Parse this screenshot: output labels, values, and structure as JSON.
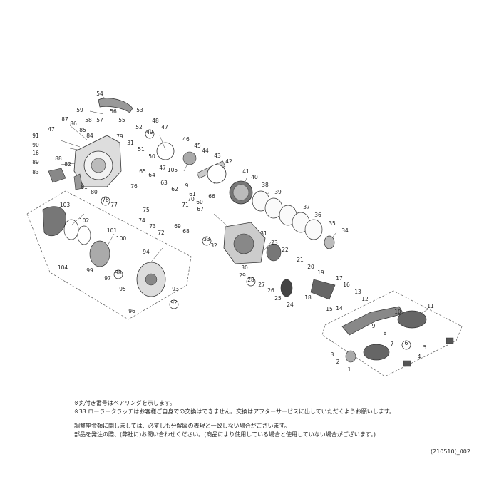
{
  "diagram": {
    "part_labels": [
      "54",
      "59",
      "57",
      "58",
      "55",
      "56",
      "53",
      "87",
      "86",
      "85",
      "47",
      "84",
      "91",
      "90",
      "16",
      "89",
      "88",
      "82",
      "83",
      "81",
      "80",
      "79",
      "31",
      "78",
      "77",
      "76",
      "75",
      "74",
      "73",
      "72",
      "52",
      "49",
      "48",
      "47b",
      "46",
      "51",
      "50",
      "45",
      "44",
      "43",
      "42",
      "105",
      "65",
      "64",
      "63",
      "62",
      "61",
      "60",
      "47c",
      "9",
      "41",
      "40",
      "39",
      "38",
      "37",
      "36",
      "35",
      "34",
      "66",
      "67",
      "68",
      "69",
      "70",
      "71",
      "33",
      "32",
      "31b",
      "30",
      "29",
      "28",
      "27",
      "26",
      "25",
      "24",
      "23",
      "22",
      "21",
      "20",
      "19",
      "18",
      "17",
      "16b",
      "15",
      "14",
      "13",
      "12",
      "11",
      "10",
      "9b",
      "8",
      "7",
      "6",
      "5",
      "4",
      "3",
      "2",
      "1",
      "103",
      "102",
      "101",
      "100",
      "99",
      "98",
      "97",
      "96",
      "95",
      "94",
      "93",
      "92",
      "104"
    ],
    "label_display": {
      "47b": "47",
      "47c": "47",
      "31b": "31",
      "16b": "16",
      "9b": "9"
    },
    "circled_labels": [
      "49",
      "78",
      "33",
      "28",
      "98",
      "92",
      "6"
    ]
  },
  "notes": {
    "line1": "※丸付き番号はベアリングを示します。",
    "line2": "※33 ローラークラッチはお客様ご自身での交換はできません。交換はアフターサービスに出していただくようお願いします。",
    "line3": "調整座金類に関しましては、必ずしも分解図の表現と一致しない場合がございます。",
    "line4": "部品を発注の際、(弊社に)お問い合わせください。(商品により使用している場合と使用していない場合がございます。)"
  },
  "doc_code": "(210510)_002",
  "colors": {
    "line": "#222222",
    "part_gray": "#9a9a9a",
    "part_dark": "#555555"
  }
}
